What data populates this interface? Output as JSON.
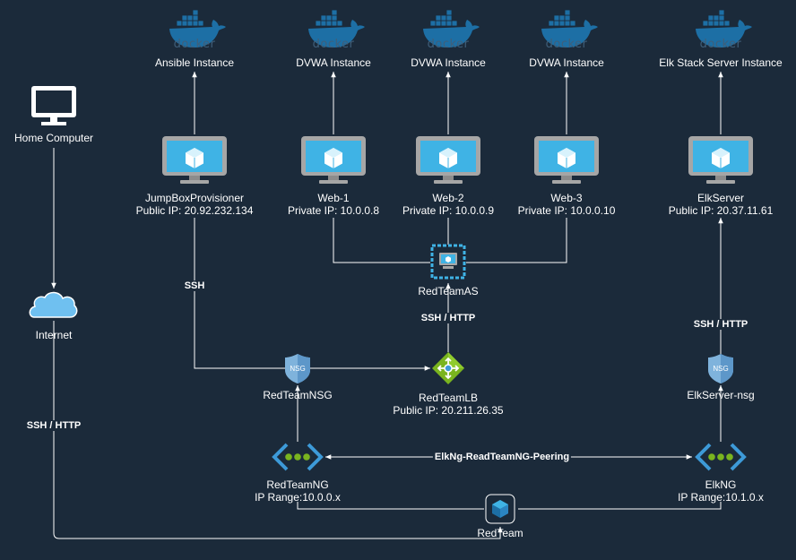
{
  "colors": {
    "background": "#1b2a3a",
    "line": "#ffffff",
    "monitor": "#a6a6a6",
    "screen": "#3fb3e5",
    "docker": "#1d6fa5",
    "nsg": "#7fb3dc",
    "lb": "#7ab41f",
    "vnet": "#3d9ad8",
    "vnet_dots": "#7ab41f",
    "cloud": "#6fc0f0"
  },
  "docker": {
    "wordmark": "docker"
  },
  "instances": [
    {
      "label": "Ansible Instance"
    },
    {
      "label": "DVWA Instance"
    },
    {
      "label": "DVWA Instance"
    },
    {
      "label": "DVWA Instance"
    },
    {
      "label": "Elk Stack Server Instance"
    }
  ],
  "vms": [
    {
      "name": "JumpBoxProvisioner",
      "ip": "Public IP: 20.92.232.134",
      "icon": "vm-icon"
    },
    {
      "name": "Web-1",
      "ip": "Private IP: 10.0.0.8",
      "icon": "vm-icon"
    },
    {
      "name": "Web-2",
      "ip": "Private IP: 10.0.0.9",
      "icon": "vm-icon"
    },
    {
      "name": "Web-3",
      "ip": "Private IP: 10.0.0.10",
      "icon": "vm-icon"
    },
    {
      "name": "ElkServer",
      "ip": "Public IP: 20.37.11.61",
      "icon": "vm-icon"
    }
  ],
  "home_computer": {
    "label": "Home Computer",
    "icon": "desktop-icon"
  },
  "internet": {
    "label": "Internet",
    "icon": "cloud-icon"
  },
  "availability_set": {
    "label": "RedTeamAS",
    "icon": "availability-set-icon"
  },
  "load_balancer": {
    "name": "RedTeamLB",
    "ip": "Public IP: 20.211.26.35",
    "icon": "load-balancer-icon"
  },
  "nsgs": [
    {
      "label": "RedTeamNSG",
      "badge": "NSG",
      "icon": "shield-icon"
    },
    {
      "label": "ElkServer-nsg",
      "badge": "NSG",
      "icon": "shield-icon"
    }
  ],
  "vnets": [
    {
      "name": "RedTeamNG",
      "range": "IP Range:10.0.0.x",
      "icon": "vnet-icon"
    },
    {
      "name": "ElkNG",
      "range": "IP Range:10.1.0.x",
      "icon": "vnet-icon"
    }
  ],
  "resource_group": {
    "label": "RedTeam",
    "icon": "resource-group-icon"
  },
  "edge_labels": {
    "ssh": "SSH",
    "ssh_http_lb": "SSH / HTTP",
    "ssh_http_elk": "SSH / HTTP",
    "ssh_http_internet": "SSH / HTTP",
    "peering": "ElkNg-ReadTeamNG-Peering"
  }
}
